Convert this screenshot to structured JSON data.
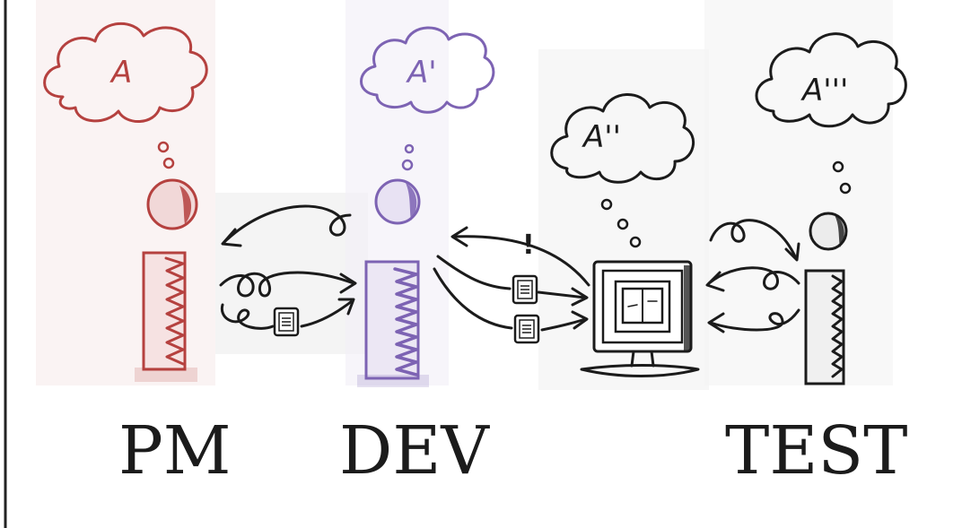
{
  "colors": {
    "pm": "#b5413f",
    "dev": "#7d63b3",
    "ink": "#1b1b1b",
    "wash_pm": "#f5e6e6",
    "wash_dev": "#f0edf5",
    "wash_gray": "#f0f0f0"
  },
  "roles": [
    {
      "key": "pm",
      "label": "PM",
      "thought": "A"
    },
    {
      "key": "dev",
      "label": "DEV",
      "thought": "A'"
    },
    {
      "key": "computer",
      "label": "",
      "thought": "A''"
    },
    {
      "key": "test",
      "label": "TEST",
      "thought": "A'''"
    }
  ],
  "icons": {
    "document": "document-icon",
    "computer": "computer-monitor-icon",
    "alert": "exclamation-icon"
  },
  "annotations": {
    "alert": "!"
  }
}
